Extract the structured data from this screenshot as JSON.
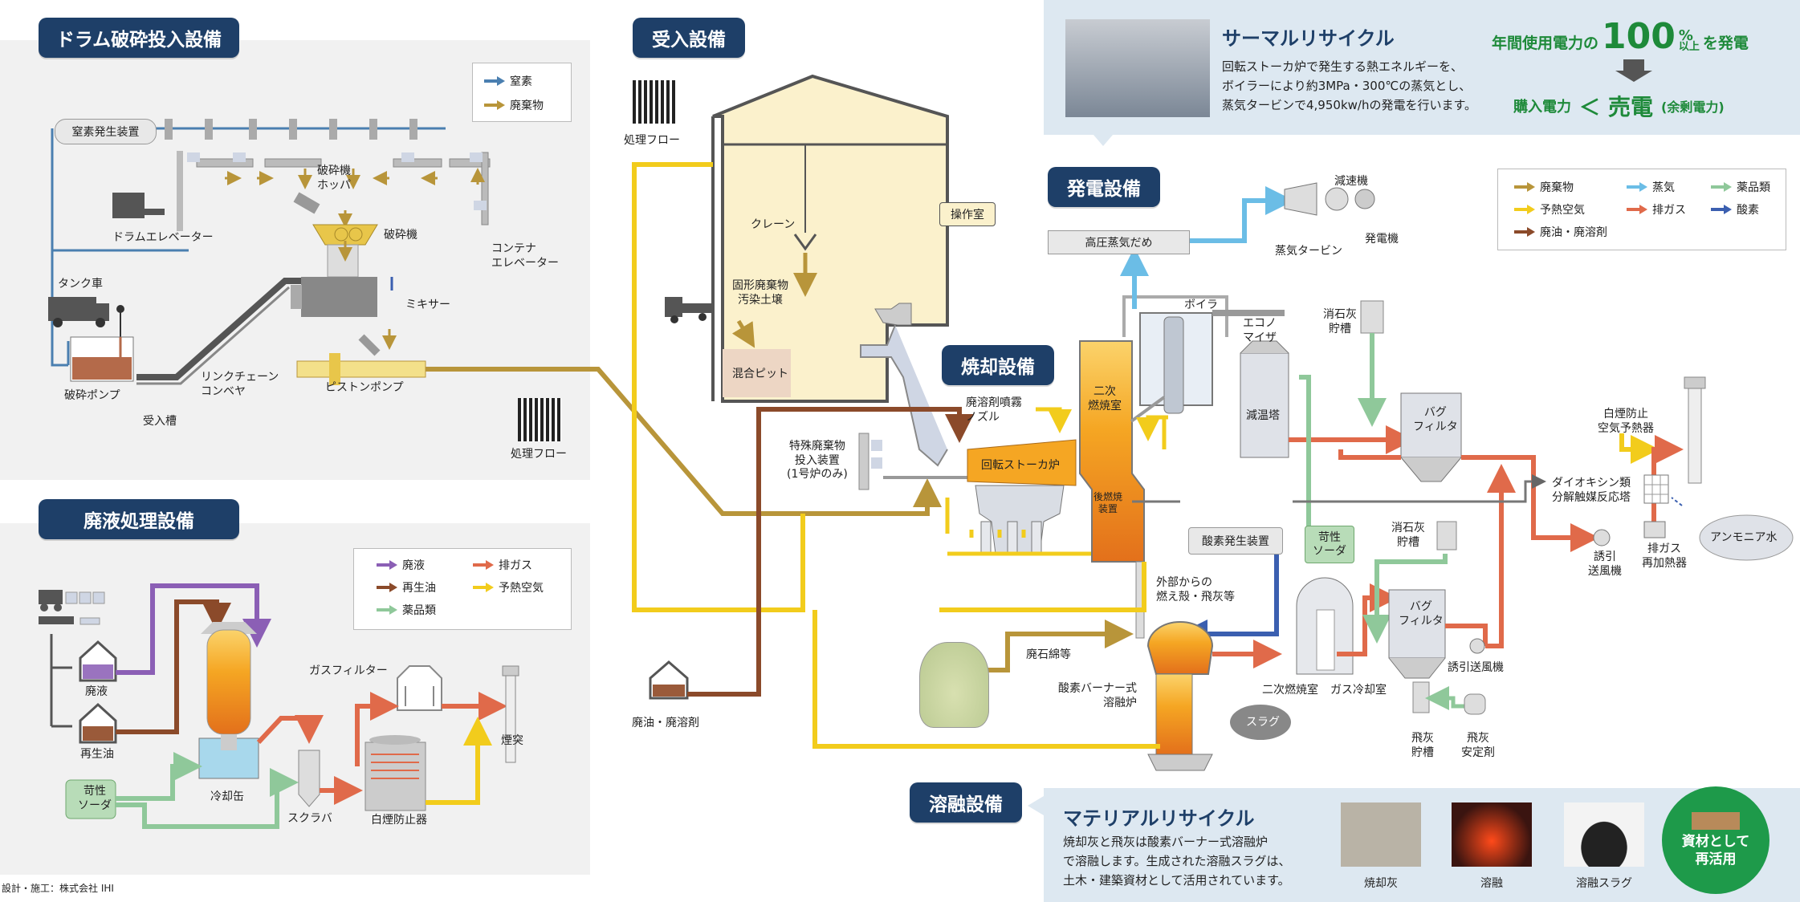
{
  "sections": {
    "drum": "ドラム破砕投入設備",
    "liquid": "廃液処理設備",
    "receiving": "受入設備",
    "incineration": "焼却設備",
    "power": "発電設備",
    "melting": "溶融設備"
  },
  "thermal": {
    "title": "サーマルリサイクル",
    "desc": [
      "回転ストーカ炉で発生する熱エネルギーを、",
      "ボイラーにより約3MPa・300℃の蒸気とし、",
      "蒸気タービンで4,950kw/hの発電を行います。"
    ],
    "power_prefix": "年間使用電力の",
    "power_value": "100",
    "power_pct": "%",
    "power_over": "以上",
    "power_suffix": "を発電",
    "buy": "購入電力",
    "lt": "＜",
    "sell": "売電",
    "sell_note": "(余剰電力)"
  },
  "material": {
    "title": "マテリアルリサイクル",
    "desc": [
      "焼却灰と飛灰は酸素バーナー式溶融炉",
      "で溶融します。生成された溶融スラグは、",
      "土木・建築資材として活用されています。"
    ],
    "steps": [
      "焼却灰",
      "溶融",
      "溶融スラグ"
    ],
    "final": [
      "資材として",
      "再活用"
    ]
  },
  "legend_drum": {
    "items": [
      "窒素",
      "廃棄物"
    ],
    "colors": [
      "#4a7fb0",
      "#b8953a"
    ]
  },
  "legend_liquid": {
    "items": [
      "廃液",
      "排ガス",
      "再生油",
      "予熱空気",
      "薬品類"
    ],
    "colors": [
      "#8b5fb5",
      "#e06a4a",
      "#8b4a2a",
      "#f2cc1c",
      "#8fc89a"
    ]
  },
  "legend_main": {
    "items": [
      "廃棄物",
      "蒸気",
      "薬品類",
      "予熱空気",
      "排ガス",
      "酸素",
      "廃油・廃溶剤"
    ],
    "colors": [
      "#b8953a",
      "#6bbde6",
      "#8fc89a",
      "#f2cc1c",
      "#e06a4a",
      "#3b5fb0",
      "#8b4a2a"
    ]
  },
  "drum_labels": {
    "nitrogen_gen": "窒素発生装置",
    "drum_elevator": "ドラムエレベーター",
    "crusher_hopper": [
      "破砕機",
      "ホッパ"
    ],
    "crusher": "破砕機",
    "container_elevator": [
      "コンテナ",
      "エレベーター"
    ],
    "tank_truck": "タンク車",
    "mixer": "ミキサー",
    "crush_pump": "破砕ポンプ",
    "link_conveyor": [
      "リンクチェーン",
      "コンベヤ"
    ],
    "piston_pump": "ピストンポンプ",
    "receiving_tank": "受入槽",
    "qr": "処理フロー"
  },
  "liquid_labels": {
    "waste_liquid": "廃液",
    "recycled_oil": "再生油",
    "caustic": [
      "苛性",
      "ソーダ"
    ],
    "cooling": "冷却缶",
    "scrubber": "スクラバ",
    "gas_filter": "ガスフィルター",
    "white_smoke": "白煙防止器",
    "chimney": "煙突"
  },
  "receiving_labels": {
    "qr": "処理フロー",
    "crane": "クレーン",
    "control_room": "操作室",
    "solid_waste": [
      "固形廃棄物",
      "汚染土壌"
    ],
    "mixing_pit": "混合ピット",
    "waste_oil": "廃油・廃溶剤"
  },
  "incin_labels": {
    "nozzle": [
      "廃溶剤噴霧",
      "ノズル"
    ],
    "special_feed": [
      "特殊廃棄物",
      "投入装置",
      "(1号炉のみ)"
    ],
    "rotary_kiln": "回転ストーカ炉",
    "secondary": [
      "二次",
      "燃焼室"
    ],
    "post_comb": [
      "後燃焼",
      "装置"
    ],
    "boiler": "ボイラ",
    "economizer": [
      "エコノ",
      "マイザ"
    ],
    "cooling_tower": "減温塔",
    "lime1": [
      "消石灰",
      "貯槽"
    ],
    "bag1": [
      "バグ",
      "フィルタ"
    ],
    "caustic": [
      "苛性",
      "ソーダ"
    ],
    "lime2": [
      "消石灰",
      "貯槽"
    ],
    "white_heater": [
      "白煙防止",
      "空気予熱器"
    ],
    "dioxin": [
      "ダイオキシン類",
      "分解触媒反応塔"
    ],
    "fan": [
      "誘引",
      "送風機"
    ],
    "reheater": [
      "排ガス",
      "再加熱器"
    ],
    "ammonia": "アンモニア水",
    "oxygen_gen": "酸素発生装置",
    "external": [
      "外部からの",
      "燃え殻・飛灰等"
    ],
    "asbestos": "廃石綿等",
    "oxy_burner": [
      "酸素バーナー式",
      "溶融炉"
    ],
    "secondary2": "二次燃焼室",
    "gas_cool": "ガス冷却室",
    "bag2": [
      "バグ",
      "フィルタ"
    ],
    "fan2": "誘引送風機",
    "slag": "スラグ",
    "fly_ash": [
      "飛灰",
      "貯槽"
    ],
    "fly_stab": [
      "飛灰",
      "安定剤"
    ]
  },
  "power_labels": {
    "hp_steam": "高圧蒸気だめ",
    "reducer": "減速機",
    "turbine": "蒸気タービン",
    "generator": "発電機"
  },
  "credit": "設計・施工：株式会社 IHI"
}
